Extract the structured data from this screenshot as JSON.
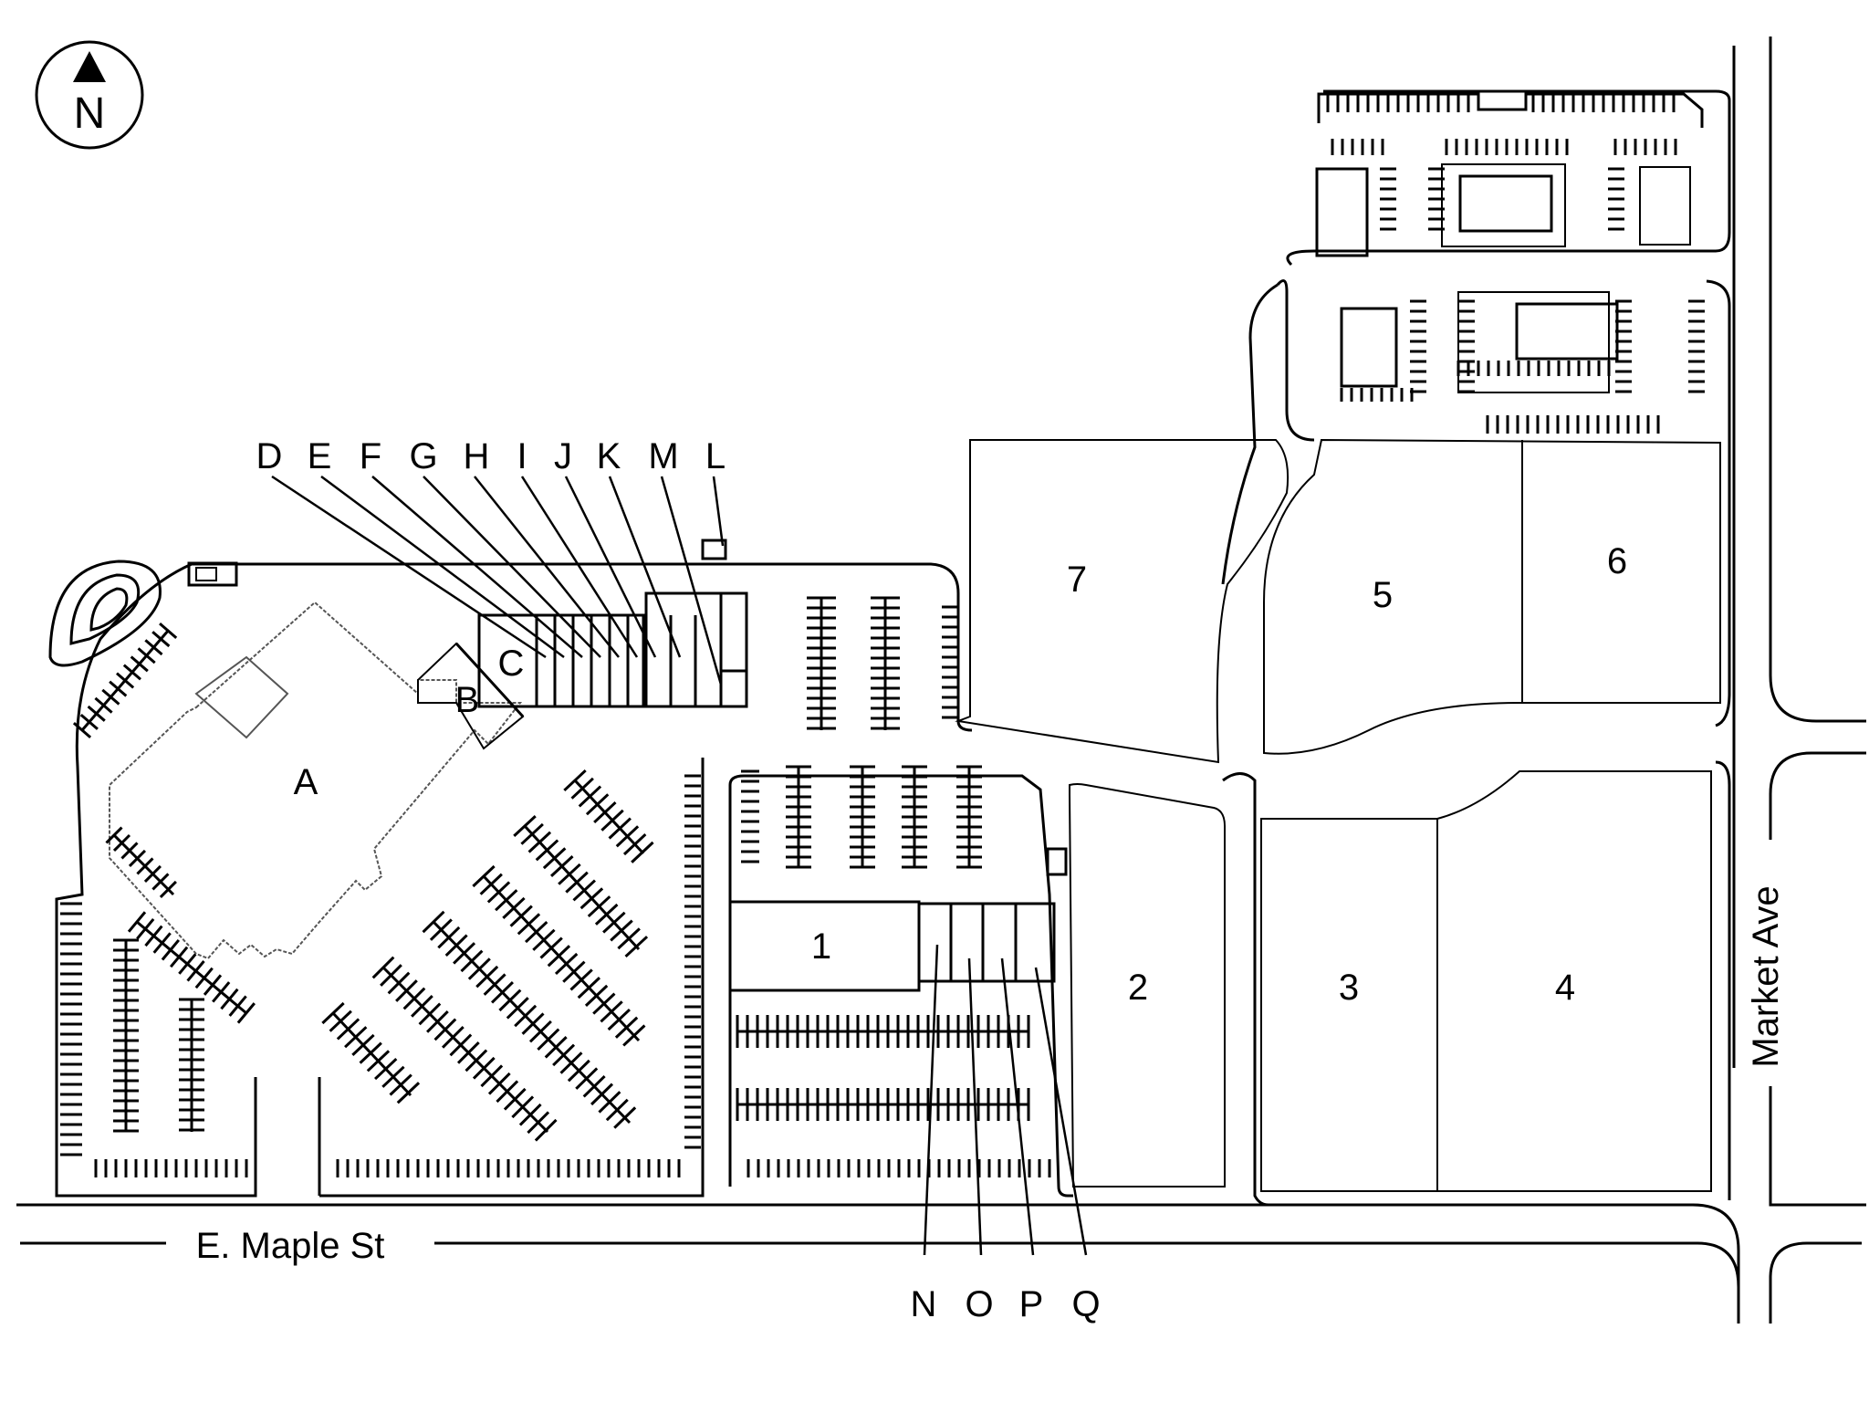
{
  "compass": {
    "label": "N"
  },
  "streets": {
    "maple": "E. Maple St",
    "market": "Market Ave"
  },
  "units": {
    "anchor": "A",
    "shop_b": "B",
    "shop_c": "C",
    "letters_top": [
      "D",
      "E",
      "F",
      "G",
      "H",
      "I",
      "J",
      "K",
      "M",
      "L"
    ],
    "letters_bottom": [
      "N",
      "O",
      "P",
      "Q"
    ],
    "pads": [
      "1",
      "2",
      "3",
      "4",
      "5",
      "6",
      "7"
    ]
  },
  "colors": {
    "line": "#000000",
    "background": "#ffffff"
  }
}
